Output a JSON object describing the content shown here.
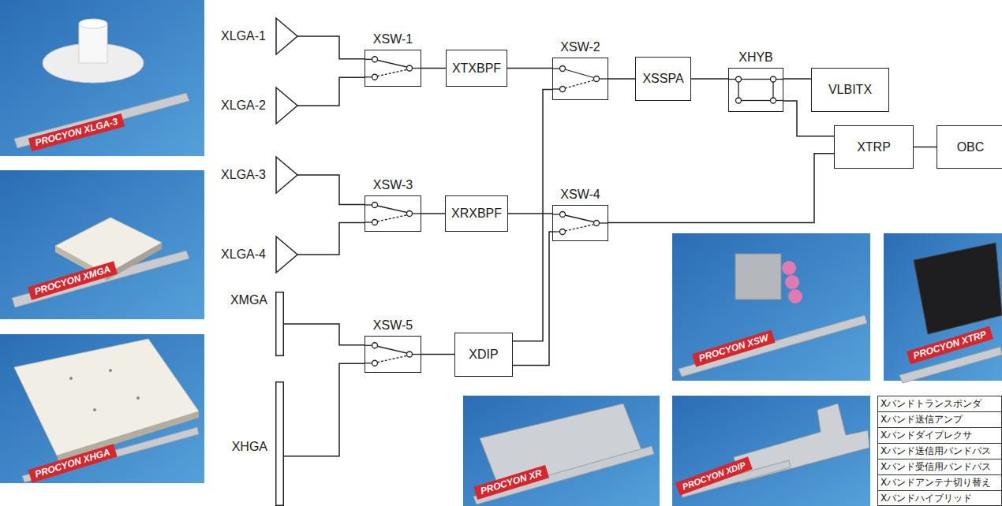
{
  "diagram": {
    "nodes": [
      {
        "text": [
          "XLGA-1"
        ]
      },
      {
        "text": [
          "XLGA-2"
        ]
      },
      {
        "text": [
          "XLGA-3"
        ]
      },
      {
        "text": [
          "XLGA-4"
        ]
      },
      {
        "text": [
          "XMGA"
        ]
      },
      {
        "text": [
          "XHGA"
        ]
      },
      {
        "text": [
          "XSW-1"
        ]
      },
      {
        "text": [
          "XSW-3"
        ]
      },
      {
        "text": [
          "XSW-5"
        ]
      },
      {
        "text": [
          "XTXBPF"
        ]
      },
      {
        "text": [
          "XRXBPF"
        ]
      },
      {
        "text": [
          "XDIP"
        ]
      },
      {
        "text": [
          "XSW-2"
        ]
      },
      {
        "text": [
          "XSW-4"
        ]
      },
      {
        "text": [
          "XSSPA"
        ]
      },
      {
        "text": [
          "XHYB"
        ]
      },
      {
        "text": [
          "VLBITX"
        ]
      },
      {
        "text": [
          "XTRP"
        ]
      },
      {
        "text": [
          "OBC"
        ]
      }
    ],
    "edges": [
      {
        "from": 0,
        "to": 6,
        "arrow": "none"
      },
      {
        "from": 1,
        "to": 6,
        "arrow": "none"
      },
      {
        "from": 2,
        "to": 7,
        "arrow": "none"
      },
      {
        "from": 3,
        "to": 7,
        "arrow": "none"
      },
      {
        "from": 4,
        "to": 8,
        "arrow": "none"
      },
      {
        "from": 5,
        "to": 8,
        "arrow": "none"
      },
      {
        "from": 6,
        "to": 9,
        "arrow": "none"
      },
      {
        "from": 7,
        "to": 10,
        "arrow": "none"
      },
      {
        "from": 8,
        "to": 11,
        "arrow": "none"
      },
      {
        "from": 9,
        "to": 12,
        "arrow": "none"
      },
      {
        "from": 10,
        "to": 13,
        "arrow": "none"
      },
      {
        "from": 11,
        "to": 12,
        "arrow": "none"
      },
      {
        "from": 11,
        "to": 13,
        "arrow": "none"
      },
      {
        "from": 12,
        "to": 14,
        "arrow": "none"
      },
      {
        "from": 14,
        "to": 15,
        "arrow": "none"
      },
      {
        "from": 15,
        "to": 16,
        "arrow": "none"
      },
      {
        "from": 15,
        "to": 17,
        "arrow": "none"
      },
      {
        "from": 13,
        "to": 17,
        "arrow": "none"
      },
      {
        "from": 17,
        "to": 18,
        "arrow": "none"
      }
    ],
    "labels": [
      "PROCYON XLGA-3",
      "PROCYON XMGA",
      "PROCYON XHGA",
      "PROCYON XSW",
      "PROCYON XTRP",
      "PROCYON XR",
      "PROCYON XDIP",
      "Xバンドトランスポンダ",
      "Xバンド送信アンプ",
      "Xバンドダイプレクサ",
      "Xバンド送信用バンドパス",
      "Xバンド受信用バンドパス",
      "Xバンドアンテナ切り替え",
      "Xバンドハイブリッド"
    ]
  }
}
